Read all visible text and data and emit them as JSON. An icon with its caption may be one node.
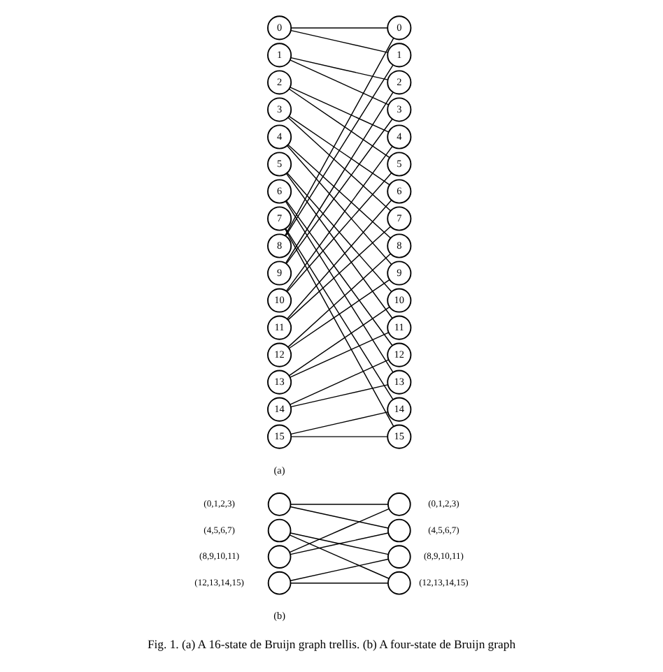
{
  "diagram": {
    "caption": "Fig. 1. (a) A 16-state de Bruijn graph trellis. (b) A four-state de Bruijn graph",
    "nodes": [
      {
        "text": [
          "0"
        ]
      },
      {
        "text": [
          "1"
        ]
      },
      {
        "text": [
          "2"
        ]
      },
      {
        "text": [
          "3"
        ]
      },
      {
        "text": [
          "4"
        ]
      },
      {
        "text": [
          "5"
        ]
      },
      {
        "text": [
          "6"
        ]
      },
      {
        "text": [
          "7"
        ]
      },
      {
        "text": [
          "8"
        ]
      },
      {
        "text": [
          "9"
        ]
      },
      {
        "text": [
          "10"
        ]
      },
      {
        "text": [
          "11"
        ]
      },
      {
        "text": [
          "12"
        ]
      },
      {
        "text": [
          "13"
        ]
      },
      {
        "text": [
          "14"
        ]
      },
      {
        "text": [
          "15"
        ]
      },
      {
        "text": [
          "0"
        ]
      },
      {
        "text": [
          "1"
        ]
      },
      {
        "text": [
          "2"
        ]
      },
      {
        "text": [
          "3"
        ]
      },
      {
        "text": [
          "4"
        ]
      },
      {
        "text": [
          "5"
        ]
      },
      {
        "text": [
          "6"
        ]
      },
      {
        "text": [
          "7"
        ]
      },
      {
        "text": [
          "8"
        ]
      },
      {
        "text": [
          "9"
        ]
      },
      {
        "text": [
          "10"
        ]
      },
      {
        "text": [
          "11"
        ]
      },
      {
        "text": [
          "12"
        ]
      },
      {
        "text": [
          "13"
        ]
      },
      {
        "text": [
          "14"
        ]
      },
      {
        "text": [
          "15"
        ]
      },
      {
        "text": [],
        "shape": "circle",
        "beside": [
          "(0,1,2,3)"
        ]
      },
      {
        "text": [],
        "shape": "circle",
        "beside": [
          "(4,5,6,7)"
        ]
      },
      {
        "text": [],
        "shape": "circle",
        "beside": [
          "(8,9,10,11)"
        ]
      },
      {
        "text": [],
        "shape": "circle",
        "beside": [
          "(12,13,14,15)"
        ]
      },
      {
        "text": [],
        "shape": "circle",
        "beside": [
          "(0,1,2,3)"
        ]
      },
      {
        "text": [],
        "shape": "circle",
        "beside": [
          "(4,5,6,7)"
        ]
      },
      {
        "text": [],
        "shape": "circle",
        "beside": [
          "(8,9,10,11)"
        ]
      },
      {
        "text": [],
        "shape": "circle",
        "beside": [
          "(12,13,14,15)"
        ]
      }
    ],
    "edges": [
      {
        "from": 0,
        "to": 16,
        "arrow": "none"
      },
      {
        "from": 0,
        "to": 17,
        "arrow": "none"
      },
      {
        "from": 1,
        "to": 18,
        "arrow": "none"
      },
      {
        "from": 1,
        "to": 19,
        "arrow": "none"
      },
      {
        "from": 2,
        "to": 20,
        "arrow": "none"
      },
      {
        "from": 2,
        "to": 21,
        "arrow": "none"
      },
      {
        "from": 3,
        "to": 22,
        "arrow": "none"
      },
      {
        "from": 3,
        "to": 23,
        "arrow": "none"
      },
      {
        "from": 4,
        "to": 24,
        "arrow": "none"
      },
      {
        "from": 4,
        "to": 25,
        "arrow": "none"
      },
      {
        "from": 5,
        "to": 26,
        "arrow": "none"
      },
      {
        "from": 5,
        "to": 27,
        "arrow": "none"
      },
      {
        "from": 6,
        "to": 28,
        "arrow": "none"
      },
      {
        "from": 6,
        "to": 29,
        "arrow": "none"
      },
      {
        "from": 7,
        "to": 30,
        "arrow": "none"
      },
      {
        "from": 7,
        "to": 31,
        "arrow": "none"
      },
      {
        "from": 8,
        "to": 16,
        "arrow": "none"
      },
      {
        "from": 8,
        "to": 17,
        "arrow": "none"
      },
      {
        "from": 9,
        "to": 18,
        "arrow": "none"
      },
      {
        "from": 9,
        "to": 19,
        "arrow": "none"
      },
      {
        "from": 10,
        "to": 20,
        "arrow": "none"
      },
      {
        "from": 10,
        "to": 21,
        "arrow": "none"
      },
      {
        "from": 11,
        "to": 22,
        "arrow": "none"
      },
      {
        "from": 11,
        "to": 23,
        "arrow": "none"
      },
      {
        "from": 12,
        "to": 24,
        "arrow": "none"
      },
      {
        "from": 12,
        "to": 25,
        "arrow": "none"
      },
      {
        "from": 13,
        "to": 26,
        "arrow": "none"
      },
      {
        "from": 13,
        "to": 27,
        "arrow": "none"
      },
      {
        "from": 14,
        "to": 28,
        "arrow": "none"
      },
      {
        "from": 14,
        "to": 29,
        "arrow": "none"
      },
      {
        "from": 15,
        "to": 30,
        "arrow": "none"
      },
      {
        "from": 15,
        "to": 31,
        "arrow": "none"
      },
      {
        "from": 32,
        "to": 36,
        "arrow": "none"
      },
      {
        "from": 32,
        "to": 37,
        "arrow": "none"
      },
      {
        "from": 33,
        "to": 38,
        "arrow": "none"
      },
      {
        "from": 33,
        "to": 39,
        "arrow": "none"
      },
      {
        "from": 34,
        "to": 36,
        "arrow": "none"
      },
      {
        "from": 34,
        "to": 37,
        "arrow": "none"
      },
      {
        "from": 35,
        "to": 38,
        "arrow": "none"
      },
      {
        "from": 35,
        "to": 39,
        "arrow": "none"
      }
    ],
    "labels": [
      "(a)",
      "(b)"
    ]
  }
}
